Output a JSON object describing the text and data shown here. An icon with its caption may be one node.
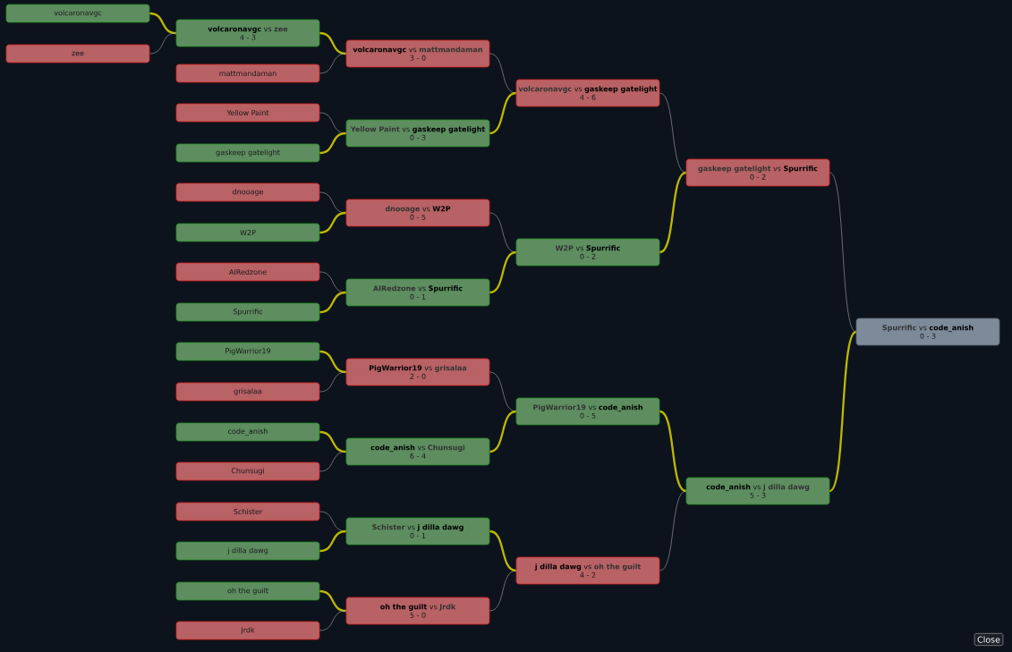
{
  "diagram": {
    "nodes": [
      {
        "text": [
          "volcaronavgc"
        ]
      },
      {
        "text": [
          "zee"
        ]
      },
      {
        "text": [
          "volcaronavgc",
          "vs",
          "zee",
          "4 - 3"
        ]
      },
      {
        "text": [
          "mattmandaman"
        ]
      },
      {
        "text": [
          "volcaronavgc",
          "vs",
          "mattmandaman",
          "3 - 0"
        ]
      },
      {
        "text": [
          "Yellow Paint"
        ]
      },
      {
        "text": [
          "gaskeep gatelight"
        ]
      },
      {
        "text": [
          "Yellow Paint",
          "vs",
          "gaskeep gatelight",
          "0 - 3"
        ]
      },
      {
        "text": [
          "volcaronavgc",
          "vs",
          "gaskeep gatelight",
          "4 - 6"
        ]
      },
      {
        "text": [
          "dnooage"
        ]
      },
      {
        "text": [
          "W2P"
        ]
      },
      {
        "text": [
          "dnooage",
          "vs",
          "W2P",
          "0 - 5"
        ]
      },
      {
        "text": [
          "AIRedzone"
        ]
      },
      {
        "text": [
          "Spurrific"
        ]
      },
      {
        "text": [
          "AIRedzone",
          "vs",
          "Spurrific",
          "0 - 1"
        ]
      },
      {
        "text": [
          "W2P",
          "vs",
          "Spurrific",
          "0 - 2"
        ]
      },
      {
        "text": [
          "gaskeep gatelight",
          "vs",
          "Spurrific",
          "0 - 2"
        ]
      },
      {
        "text": [
          "PigWarrior19"
        ]
      },
      {
        "text": [
          "grisalaa"
        ]
      },
      {
        "text": [
          "PigWarrior19",
          "vs",
          "grisalaa",
          "2 - 0"
        ]
      },
      {
        "text": [
          "code_anish"
        ]
      },
      {
        "text": [
          "Chunsugi"
        ]
      },
      {
        "text": [
          "code_anish",
          "vs",
          "Chunsugi",
          "6 - 4"
        ]
      },
      {
        "text": [
          "PigWarrior19",
          "vs",
          "code_anish",
          "0 - 5"
        ]
      },
      {
        "text": [
          "Schister"
        ]
      },
      {
        "text": [
          "j dilla dawg"
        ]
      },
      {
        "text": [
          "Schister",
          "vs",
          "j dilla dawg",
          "0 - 1"
        ]
      },
      {
        "text": [
          "oh the guilt"
        ]
      },
      {
        "text": [
          "Jrdk"
        ]
      },
      {
        "text": [
          "oh the guilt",
          "vs",
          "Jrdk",
          "5 - 0"
        ]
      },
      {
        "text": [
          "j dilla dawg",
          "vs",
          "oh the guilt",
          "4 - 2"
        ]
      },
      {
        "text": [
          "code_anish",
          "vs",
          "j dilla dawg",
          "5 - 3"
        ]
      },
      {
        "text": [
          "Spurrific",
          "vs",
          "code_anish",
          "0 - 3"
        ]
      }
    ],
    "edges": [
      {
        "from": 0,
        "to": 2,
        "arrow": "none",
        "style": "thick",
        "color": "#bdb800"
      },
      {
        "from": 1,
        "to": 2,
        "arrow": "none",
        "color": "#a8a8a8"
      },
      {
        "from": 2,
        "to": 4,
        "arrow": "none",
        "style": "thick",
        "color": "#bdb800"
      },
      {
        "from": 3,
        "to": 4,
        "arrow": "none",
        "color": "#a8a8a8"
      },
      {
        "from": 4,
        "to": 8,
        "arrow": "none",
        "color": "#a8a8a8"
      },
      {
        "from": 5,
        "to": 7,
        "arrow": "none",
        "color": "#a8a8a8"
      },
      {
        "from": 6,
        "to": 7,
        "arrow": "none",
        "style": "thick",
        "color": "#bdb800"
      },
      {
        "from": 7,
        "to": 8,
        "arrow": "none",
        "style": "thick",
        "color": "#bdb800"
      },
      {
        "from": 8,
        "to": 16,
        "arrow": "none",
        "color": "#a8a8a8"
      },
      {
        "from": 9,
        "to": 11,
        "arrow": "none",
        "color": "#a8a8a8"
      },
      {
        "from": 10,
        "to": 11,
        "arrow": "none",
        "style": "thick",
        "color": "#bdb800"
      },
      {
        "from": 11,
        "to": 15,
        "arrow": "none",
        "color": "#a8a8a8"
      },
      {
        "from": 12,
        "to": 14,
        "arrow": "none",
        "color": "#a8a8a8"
      },
      {
        "from": 13,
        "to": 14,
        "arrow": "none",
        "style": "thick",
        "color": "#bdb800"
      },
      {
        "from": 14,
        "to": 15,
        "arrow": "none",
        "style": "thick",
        "color": "#bdb800"
      },
      {
        "from": 15,
        "to": 16,
        "arrow": "none",
        "style": "thick",
        "color": "#bdb800"
      },
      {
        "from": 16,
        "to": 32,
        "arrow": "none",
        "color": "#a8a8a8"
      },
      {
        "from": 17,
        "to": 19,
        "arrow": "none",
        "style": "thick",
        "color": "#bdb800"
      },
      {
        "from": 18,
        "to": 19,
        "arrow": "none",
        "color": "#a8a8a8"
      },
      {
        "from": 19,
        "to": 23,
        "arrow": "none",
        "color": "#a8a8a8"
      },
      {
        "from": 20,
        "to": 22,
        "arrow": "none",
        "style": "thick",
        "color": "#bdb800"
      },
      {
        "from": 21,
        "to": 22,
        "arrow": "none",
        "color": "#a8a8a8"
      },
      {
        "from": 22,
        "to": 23,
        "arrow": "none",
        "style": "thick",
        "color": "#bdb800"
      },
      {
        "from": 23,
        "to": 31,
        "arrow": "none",
        "style": "thick",
        "color": "#bdb800"
      },
      {
        "from": 24,
        "to": 26,
        "arrow": "none",
        "color": "#a8a8a8"
      },
      {
        "from": 25,
        "to": 26,
        "arrow": "none",
        "style": "thick",
        "color": "#bdb800"
      },
      {
        "from": 26,
        "to": 30,
        "arrow": "none",
        "style": "thick",
        "color": "#bdb800"
      },
      {
        "from": 27,
        "to": 29,
        "arrow": "none",
        "style": "thick",
        "color": "#bdb800"
      },
      {
        "from": 28,
        "to": 29,
        "arrow": "none",
        "color": "#a8a8a8"
      },
      {
        "from": 29,
        "to": 30,
        "arrow": "none",
        "color": "#a8a8a8"
      },
      {
        "from": 30,
        "to": 31,
        "arrow": "none",
        "color": "#a8a8a8"
      },
      {
        "from": 31,
        "to": 32,
        "arrow": "none",
        "style": "thick",
        "color": "#bdb800"
      }
    ],
    "labels": [
      "Close"
    ]
  }
}
